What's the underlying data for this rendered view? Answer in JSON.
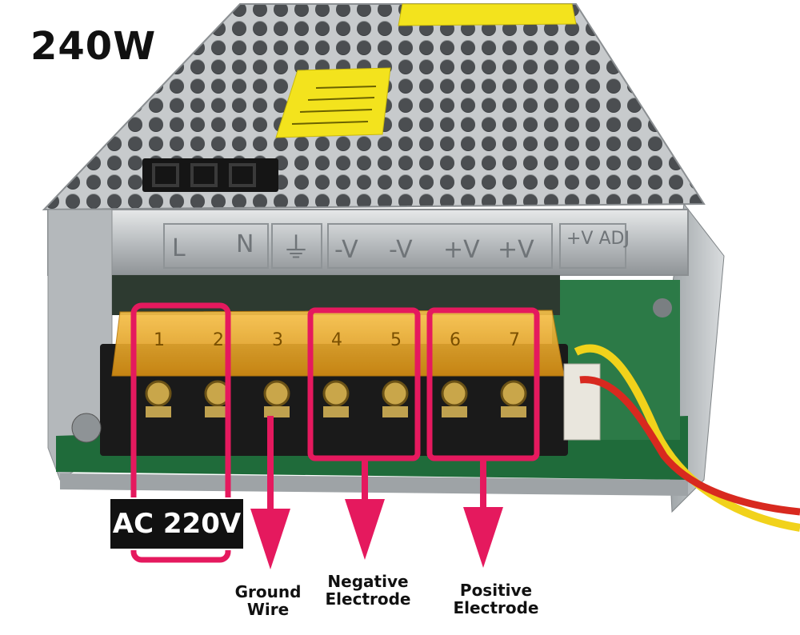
{
  "wattage_label": "240W",
  "panel_markings": {
    "L": "L",
    "N": "N",
    "ground_symbol": "⏚",
    "terminals_right": [
      "-V",
      "-V",
      "+V",
      "+V"
    ],
    "adj": "+V ADJ"
  },
  "terminal_numbers": [
    "1",
    "2",
    "3",
    "4",
    "5",
    "6",
    "7"
  ],
  "callouts": {
    "ac": "AC 220V",
    "ground": [
      "Ground",
      "Wire"
    ],
    "negative": [
      "Negative",
      "Electrode"
    ],
    "positive": [
      "Positive",
      "Electrode"
    ]
  },
  "colors": {
    "highlight": "#e5195e",
    "terminal_cover": "#e8a21a",
    "pcb": "#1f6b3a",
    "metal": "#bfc3c6"
  }
}
